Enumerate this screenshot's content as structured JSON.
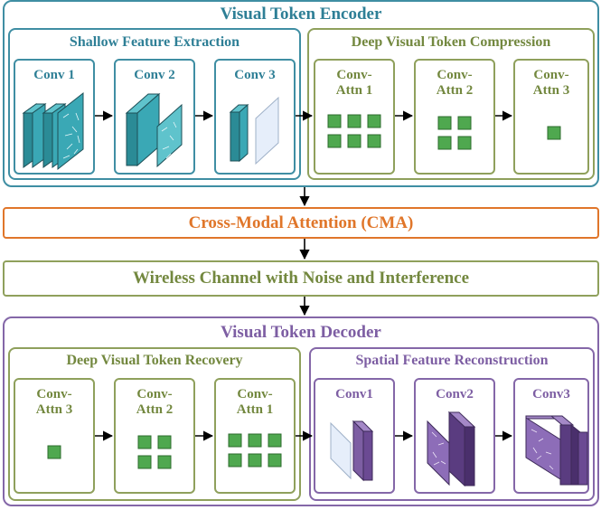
{
  "encoder": {
    "title": "Visual Token Encoder",
    "shallow": {
      "title": "Shallow Feature Extraction",
      "boxes": [
        "Conv 1",
        "Conv 2",
        "Conv 3"
      ]
    },
    "deep": {
      "title": "Deep Visual Token Compression",
      "boxes": [
        "Conv-\nAttn 1",
        "Conv-\nAttn 2",
        "Conv-\nAttn 3"
      ],
      "token_counts": [
        6,
        4,
        1
      ]
    }
  },
  "cma": {
    "label": "Cross-Modal Attention (CMA)"
  },
  "channel": {
    "label": "Wireless Channel with Noise and Interference"
  },
  "decoder": {
    "title": "Visual Token Decoder",
    "recovery": {
      "title": "Deep Visual Token Recovery",
      "boxes": [
        "Conv-\nAttn 3",
        "Conv-\nAttn 2",
        "Conv-\nAttn 1"
      ],
      "token_counts": [
        1,
        4,
        6
      ]
    },
    "spatial": {
      "title": "Spatial Feature Reconstruction",
      "boxes": [
        "Conv1",
        "Conv2",
        "Conv3"
      ]
    }
  },
  "colors": {
    "encoder": "#3f8ea3",
    "compression": "#8fa05c",
    "decoder": "#8467a8",
    "cma": "#e0762a",
    "channel": "#8fa05c",
    "token": "#4fa84f",
    "teal_block": "#3aa8b5",
    "purple_block": "#6b4a93"
  }
}
